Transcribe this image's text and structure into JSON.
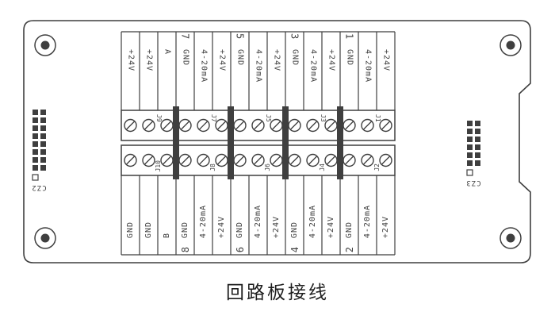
{
  "title": "回路板接线",
  "colors": {
    "line": "#3f3f3f",
    "text": "#3f3f3f",
    "background": "#ffffff"
  },
  "connectors": {
    "left": {
      "label": "CZ2"
    },
    "right": {
      "label": "CZ3"
    }
  },
  "groups": [
    {
      "top_number": "",
      "bottom_number": "",
      "top_labels": [
        "+24V",
        "+24V",
        "A"
      ],
      "bottom_labels": [
        "GND",
        "GND",
        "B"
      ],
      "top_block": "J9",
      "bottom_block": "J10"
    },
    {
      "top_number": "7",
      "bottom_number": "8",
      "top_labels": [
        "GND",
        "4-20mA",
        "+24V"
      ],
      "bottom_labels": [
        "GND",
        "4-20mA",
        "+24V"
      ],
      "top_block": "J7",
      "bottom_block": "J8"
    },
    {
      "top_number": "5",
      "bottom_number": "6",
      "top_labels": [
        "GND",
        "4-20mA",
        "+24V"
      ],
      "bottom_labels": [
        "GND",
        "4-20mA",
        "+24V"
      ],
      "top_block": "J5",
      "bottom_block": "J6"
    },
    {
      "top_number": "3",
      "bottom_number": "4",
      "top_labels": [
        "GND",
        "4-20mA",
        "+24V"
      ],
      "bottom_labels": [
        "GND",
        "4-20mA",
        "+24V"
      ],
      "top_block": "J3",
      "bottom_block": "J4"
    },
    {
      "top_number": "1",
      "bottom_number": "2",
      "top_labels": [
        "GND",
        "4-20mA",
        "+24V"
      ],
      "bottom_labels": [
        "GND",
        "4-20mA",
        "+24V"
      ],
      "top_block": "J1",
      "bottom_block": "J2"
    }
  ]
}
